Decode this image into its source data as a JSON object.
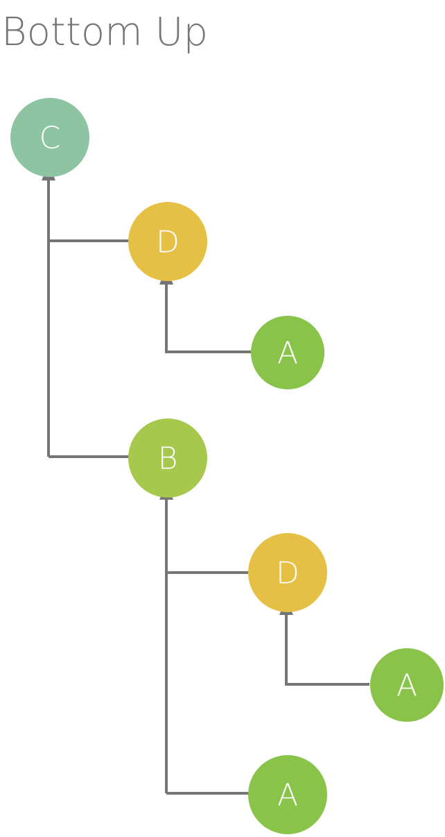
{
  "title": "Bottom Up",
  "colors": {
    "edge": "#757575",
    "title": "#757575",
    "label": "#ffffff",
    "node_c": "#8dc5a3",
    "node_d": "#e6c045",
    "node_b": "#a6c84c",
    "node_a": "#89c34a"
  },
  "nodes": [
    {
      "label": "C",
      "color": "node_c"
    },
    {
      "label": "D",
      "color": "node_d"
    },
    {
      "label": "A",
      "color": "node_a"
    },
    {
      "label": "B",
      "color": "node_b"
    },
    {
      "label": "D",
      "color": "node_d"
    },
    {
      "label": "A",
      "color": "node_a"
    },
    {
      "label": "A",
      "color": "node_a"
    }
  ]
}
